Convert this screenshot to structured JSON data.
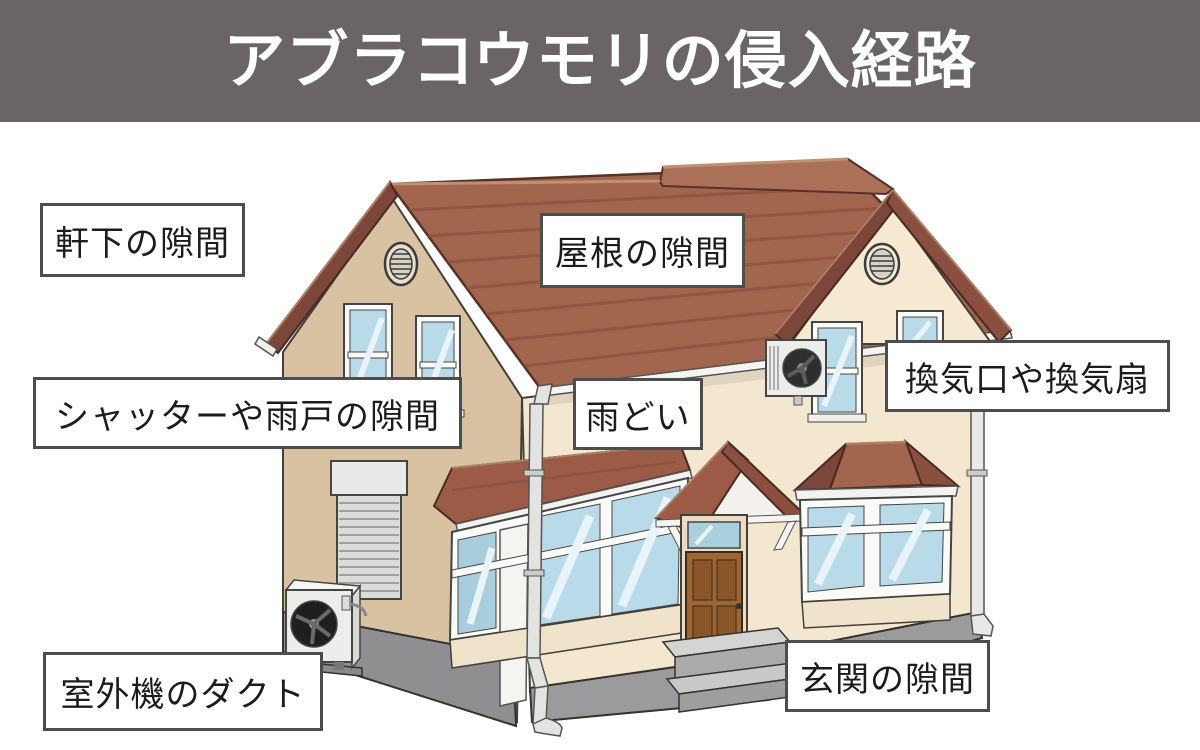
{
  "header": {
    "title": "アブラコウモリの侵入経路",
    "background_color": "#6a6466",
    "text_color": "#ffffff"
  },
  "diagram": {
    "subject": "house-bat-entry-points",
    "labels": [
      {
        "id": "eaves-gap",
        "text": "軒下の隙間"
      },
      {
        "id": "roof-gap",
        "text": "屋根の隙間"
      },
      {
        "id": "vent-fan",
        "text": "換気口や換気扇"
      },
      {
        "id": "shutter-gap",
        "text": "シャッターや雨戸の隙間"
      },
      {
        "id": "rain-gutter",
        "text": "雨どい"
      },
      {
        "id": "ac-duct",
        "text": "室外機のダクト"
      },
      {
        "id": "entrance-gap",
        "text": "玄関の隙間"
      }
    ],
    "colors": {
      "label_border": "#4d4d4d",
      "label_background": "#ffffff",
      "label_text": "#1c1c1c",
      "roof": "#a2654e",
      "roof_stripe": "#8b523f",
      "roof_edge": "#7d463a",
      "wall_light": "#f3e7cf",
      "wall_shade": "#d8c2a2",
      "foundation": "#9a999b",
      "glass": "#b9dae8",
      "frame": "#fafaf8",
      "door": "#9c6733"
    }
  }
}
